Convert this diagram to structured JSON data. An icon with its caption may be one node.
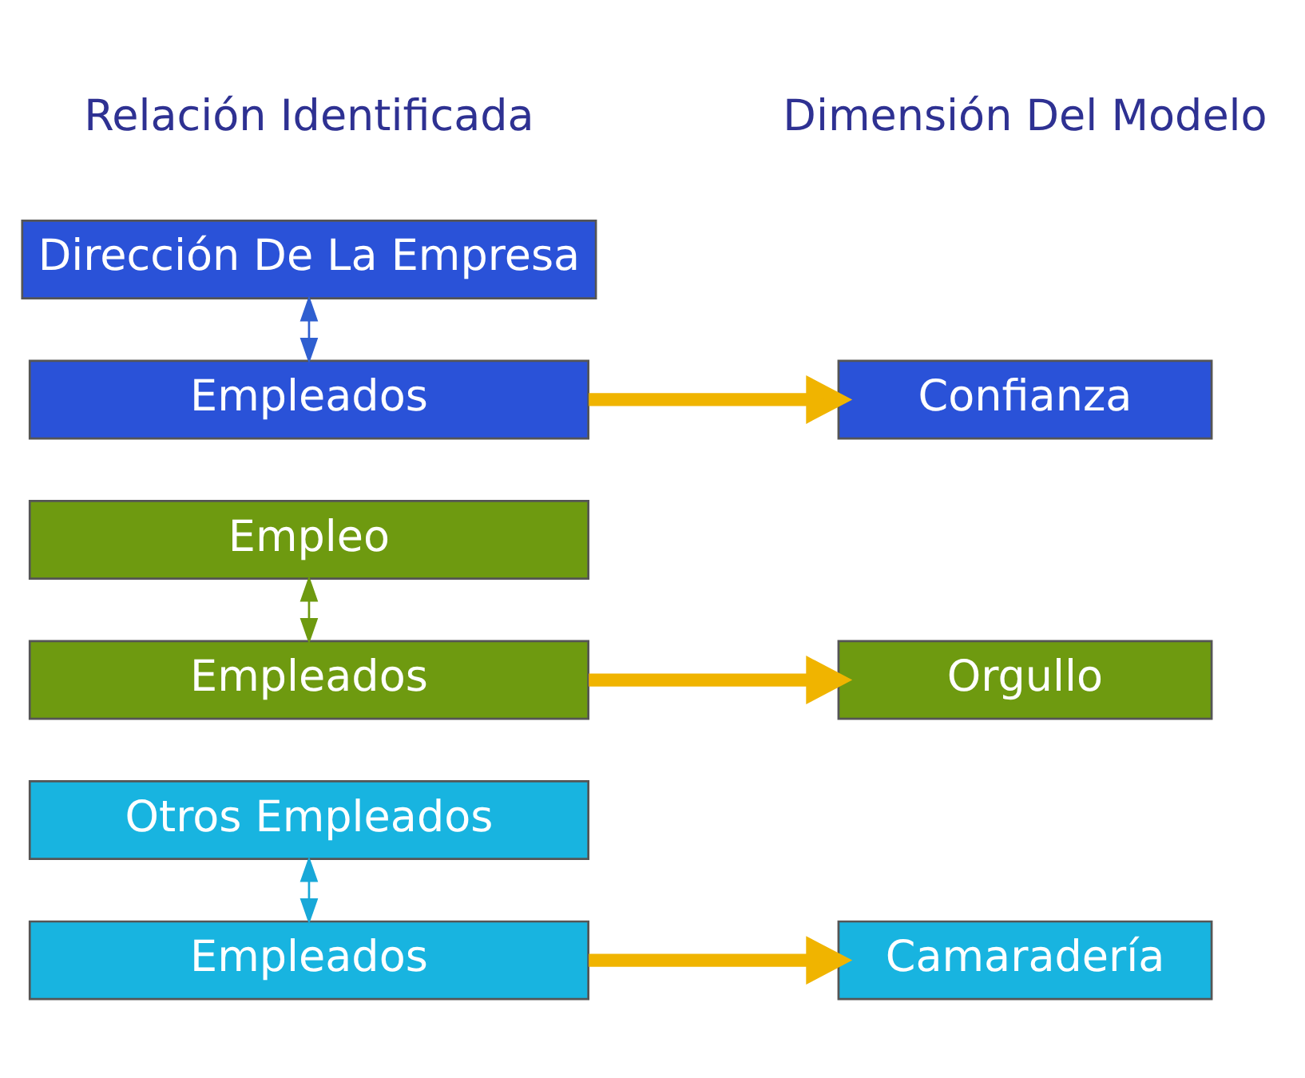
{
  "diagram": {
    "nodes": [
      {
        "text": [
          "Dirección De La Empresa"
        ]
      },
      {
        "text": [
          "Empleados"
        ]
      },
      {
        "text": [
          "Confianza"
        ]
      },
      {
        "text": [
          "Empleo"
        ]
      },
      {
        "text": [
          "Empleados"
        ]
      },
      {
        "text": [
          "Orgullo"
        ]
      },
      {
        "text": [
          "Otros Empleados"
        ]
      },
      {
        "text": [
          "Empleados"
        ]
      },
      {
        "text": [
          "Camaradería"
        ]
      }
    ],
    "edges": [
      {
        "from": 0,
        "to": 1,
        "arrow": "both",
        "color": "#2f5fd0"
      },
      {
        "from": 1,
        "to": 2,
        "arrow": "to",
        "style": "thick",
        "color": "#f0b400"
      },
      {
        "from": 3,
        "to": 4,
        "arrow": "both",
        "color": "#6e9a10"
      },
      {
        "from": 4,
        "to": 5,
        "arrow": "to",
        "style": "thick",
        "color": "#f0b400"
      },
      {
        "from": 6,
        "to": 7,
        "arrow": "both",
        "color": "#18a8d8"
      },
      {
        "from": 7,
        "to": 8,
        "arrow": "to",
        "style": "thick",
        "color": "#f0b400"
      }
    ],
    "labels": [
      "Relación Identificada",
      "Dimensión Del Modelo"
    ]
  }
}
